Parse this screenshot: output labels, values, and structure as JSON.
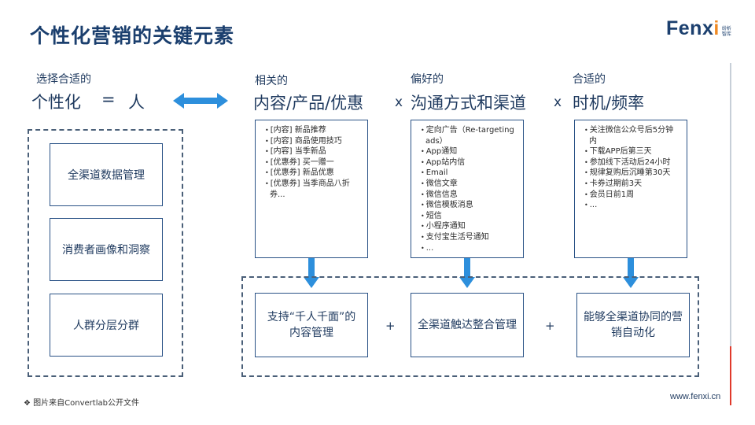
{
  "title": "个性化营销的关键元素",
  "logo": {
    "text": "Fenx",
    "accent_letter": "i",
    "sub_line1": "纷析",
    "sub_line2": "智库"
  },
  "left_header": {
    "small": "选择合适的",
    "big": "个性化",
    "equals": "=",
    "person": "人"
  },
  "columns": [
    {
      "small": "相关的",
      "big": "内容/产品/优惠",
      "items": [
        "[内容] 新品推荐",
        "[内容] 商品使用技巧",
        "[内容] 当季新品",
        "[优惠券] 买一赠一",
        "[优惠券] 新品优惠",
        "[优惠券] 当季商品八折券..."
      ]
    },
    {
      "small": "偏好的",
      "big": "沟通方式和渠道",
      "items": [
        "定向广告（Re-targeting ads）",
        "App通知",
        "App站内信",
        "Email",
        "微信文章",
        "微信信息",
        "微信模板消息",
        "短信",
        "小程序通知",
        "支付宝生活号通知",
        "..."
      ]
    },
    {
      "small": "合适的",
      "big": "时机/频率",
      "items": [
        "关注微信公众号后5分钟内",
        "下载APP后第三天",
        "参加线下活动后24小时",
        "规律复购后沉睡第30天",
        "卡券过期前3天",
        "会员日前1周",
        "..."
      ]
    }
  ],
  "times": [
    "x",
    "x"
  ],
  "left_boxes": [
    "全渠道数据管理",
    "消费者画像和洞察",
    "人群分层分群"
  ],
  "bottom_boxes": [
    "支持“千人千面”的内容管理",
    "全渠道触达整合管理",
    "能够全渠道协同的营销自动化"
  ],
  "plus": [
    "+",
    "+"
  ],
  "footnote": "图片来自Convertlab公开文件",
  "website": "www.fenxi.cn",
  "colors": {
    "title": "#1b3f6e",
    "arrow": "#2d8fdc",
    "accent": "#f08a24",
    "red_line": "#e0392b"
  }
}
